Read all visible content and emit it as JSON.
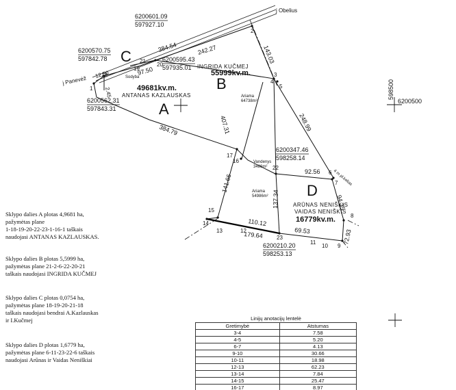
{
  "roads": {
    "top": "j Obelius",
    "left": "j Panevėž"
  },
  "coords": [
    {
      "n": "6200601.09",
      "e": "597927.10"
    },
    {
      "n": "6200570.75",
      "e": "597842.78"
    },
    {
      "n": "6200595.43",
      "e": "597935.01"
    },
    {
      "n": "6200562.31",
      "e": "597843.31"
    },
    {
      "n": "6200347.46",
      "e": "598258.14"
    },
    {
      "n": "6200210.20",
      "e": "598253.13"
    },
    {
      "grid_n": "598500",
      "grid_e": "6200500"
    }
  ],
  "zones": {
    "A": {
      "label": "A",
      "area": "49681kv.m.",
      "owner": "ANTANAS KAZLAUSKAS"
    },
    "B": {
      "label": "B",
      "area": "55999kv.m.",
      "owner": "INGRIDA KUČMEJ"
    },
    "C": {
      "label": "C"
    },
    "D": {
      "label": "D",
      "area": "16779kv.m.",
      "owner1": "ARŪNAS NENIŠKIS",
      "owner2": "VAIDAS NENIŠKIS"
    }
  },
  "land_use": [
    {
      "name": "Ariama",
      "area": "64738m²"
    },
    {
      "name": "Vandenys",
      "area": "3486m²"
    },
    {
      "name": "Ariama",
      "area": "54986m²"
    }
  ],
  "other_labels": {
    "small_c": "Sodyba",
    "lane": "4 m pl.kelias"
  },
  "distances": [
    "384.54",
    "242.27",
    "143.03",
    "97.50",
    "407.31",
    "384.79",
    "248.99",
    "92.56",
    "141.66",
    "137.34",
    "94.35",
    "110.12",
    "179.64",
    "69.53",
    "72.93",
    "12.50",
    "2.45"
  ],
  "point_numbers": [
    "1",
    "2",
    "3",
    "4",
    "5",
    "6",
    "7",
    "8",
    "9",
    "10",
    "11",
    "12",
    "13",
    "14",
    "15",
    "16",
    "17",
    "18",
    "19",
    "20",
    "21",
    "22",
    "23"
  ],
  "descriptions": [
    {
      "l1": "Sklypo dalies A plotas 4,9681 ha,",
      "l2": "pažymėtas plane",
      "l3": "1-18-19-20-22-23-1-16-1 taškais",
      "l4": "naudojasi ANTANAS  KAZLAUSKAS."
    },
    {
      "l1": "Sklypo dalies B plotas 5,5999 ha,",
      "l2": "pažymėtas plane 21-2-6-22-20-21",
      "l3": "taškais naudojasi INGRIDA KUČMEJ"
    },
    {
      "l1": "Sklypo dalies C plotas 0,0754 ha,",
      "l2": "pažymėtas plane 18-19-20-21-18",
      "l3": "taškais naudojasi bendrai A.Kazlauskas",
      "l4": "ir I.Kučmej"
    },
    {
      "l1": "Sklypo dalies D plotas 1,6779 ha,",
      "l2": "pažymėtas plane 6-11-23-22-6 taškais",
      "l3": "naudojasi Arūnas ir Vaidas Neniškiai"
    }
  ],
  "table": {
    "caption": "Linijų anotacijų lentelė",
    "col1": "Gretimybė",
    "col2": "Atstumas",
    "rows": [
      [
        "3-4",
        "7.58"
      ],
      [
        "4-5",
        "5.20"
      ],
      [
        "6-7",
        "4.13"
      ],
      [
        "9-10",
        "30.66"
      ],
      [
        "10-11",
        "18.98"
      ],
      [
        "12-13",
        "62.23"
      ],
      [
        "13-14",
        "7.84"
      ],
      [
        "14-15",
        "25.47"
      ],
      [
        "16-17",
        "8.97"
      ]
    ]
  }
}
